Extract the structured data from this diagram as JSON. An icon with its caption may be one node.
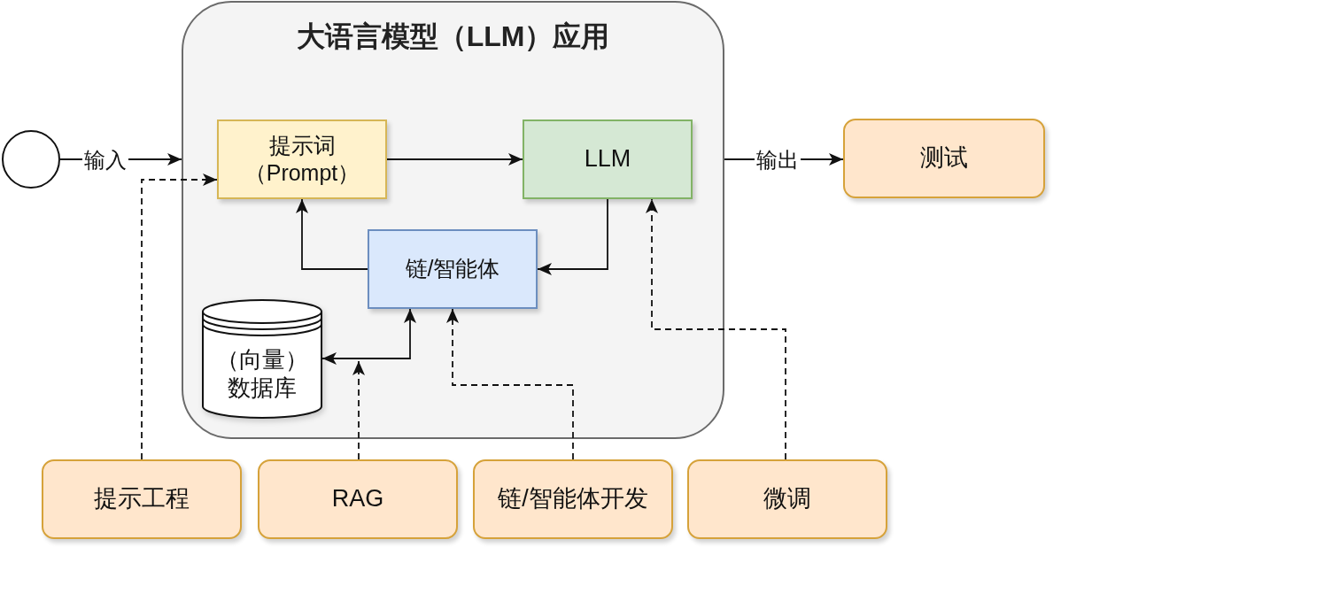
{
  "diagram": {
    "nodes": [
      {
        "text": [],
        "shape": "circle"
      },
      {
        "text": [
          "大语言模型（LLM）应用"
        ]
      },
      {
        "text": [
          "提示词（Prompt）"
        ],
        "in": 1
      },
      {
        "text": [
          "LLM"
        ],
        "in": 1
      },
      {
        "text": [
          "链/智能体"
        ],
        "in": 1
      },
      {
        "text": [
          "（向量）数据库"
        ],
        "in": 1
      },
      {
        "text": [
          "测试"
        ]
      },
      {
        "text": [
          "提示工程"
        ]
      },
      {
        "text": [
          "RAG"
        ]
      },
      {
        "text": [
          "链/智能体开发"
        ]
      },
      {
        "text": [
          "微调"
        ]
      }
    ],
    "edges": [
      {
        "from": 0,
        "to": 1,
        "arrow": "to",
        "label": "输入"
      },
      {
        "from": 2,
        "to": 3,
        "arrow": "to"
      },
      {
        "from": 1,
        "to": 6,
        "arrow": "to",
        "label": "输出"
      },
      {
        "from": 3,
        "to": 4,
        "arrow": "to"
      },
      {
        "from": 4,
        "to": 2,
        "arrow": "to"
      },
      {
        "from": 4,
        "to": 5,
        "arrow": "both"
      },
      {
        "from": 7,
        "to": 2,
        "arrow": "to",
        "style": "dashed"
      },
      {
        "from": 8,
        "to": null,
        "arrow": "to",
        "style": "dashed"
      },
      {
        "from": 9,
        "to": 4,
        "arrow": "to",
        "style": "dashed"
      },
      {
        "from": 10,
        "to": 3,
        "arrow": "to",
        "style": "dashed"
      }
    ]
  }
}
